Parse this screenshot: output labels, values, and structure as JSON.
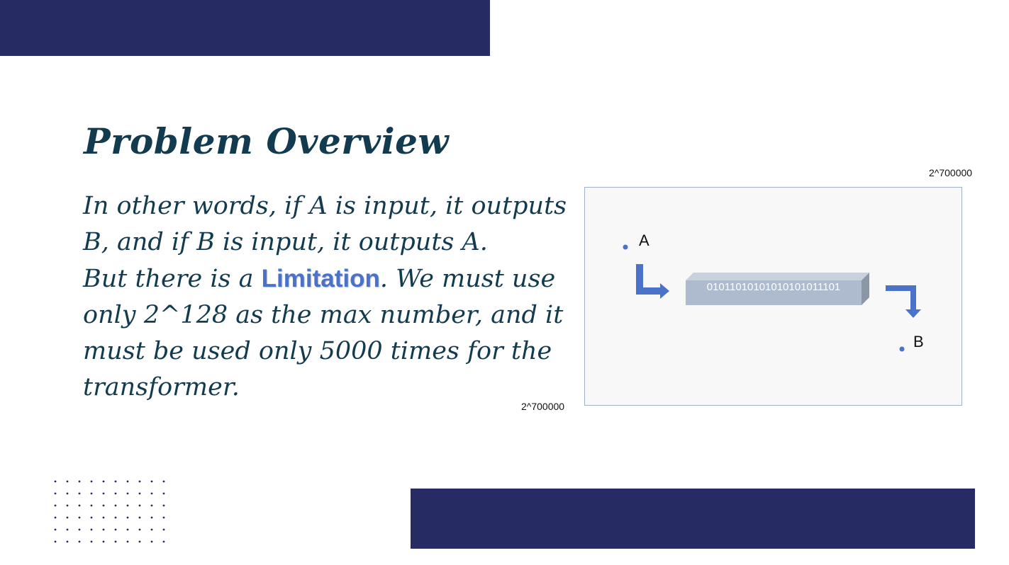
{
  "slide": {
    "title": "Problem Overview",
    "paragraph1": "In other words, if A is input, it outputs B, and if B is input, it outputs A.",
    "paragraph2_before": "But there is a ",
    "paragraph2_highlight": "Limitation",
    "paragraph2_after": ". We must use only 2^128 as the max number, and it must be used only 5000 times for the transformer.",
    "label_top_right": "2^700000",
    "label_bottom_left": "2^700000"
  },
  "diagram": {
    "node_a": "A",
    "node_b": "B",
    "block_value": "01011010101010101011101"
  },
  "colors": {
    "navy": "#272b63",
    "text": "#133b4f",
    "accent": "#4a72c8",
    "block": "#aebace"
  }
}
